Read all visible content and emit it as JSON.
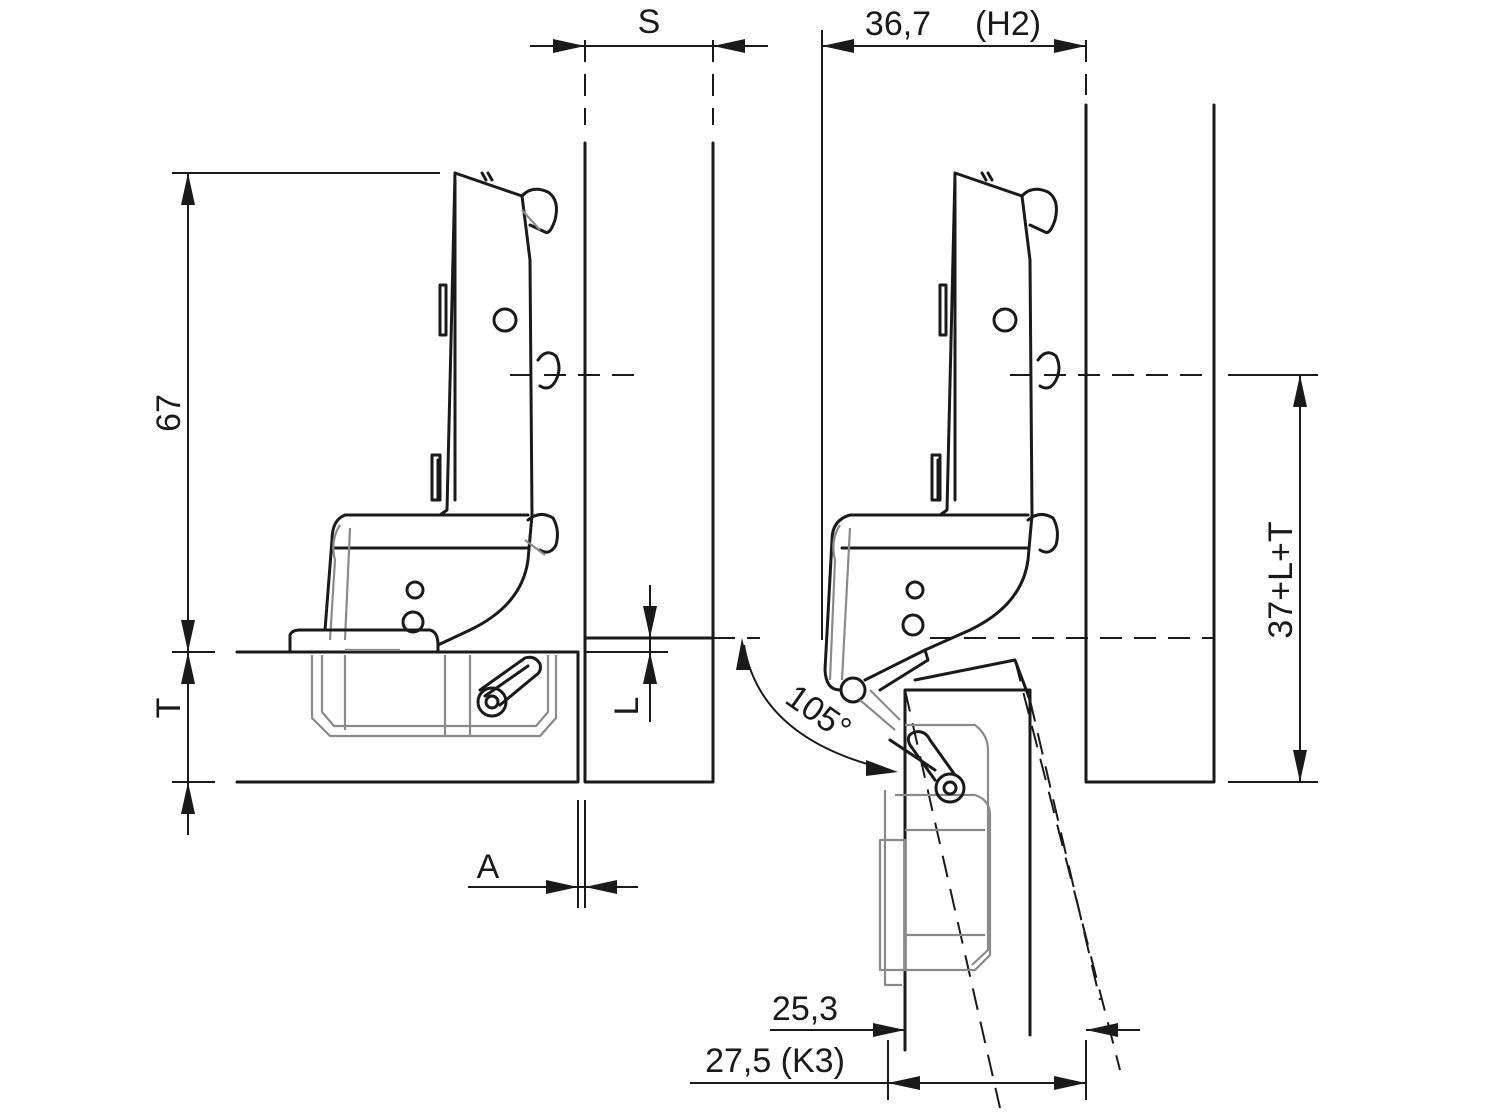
{
  "labels": {
    "dim_67": "67",
    "dim_T": "T",
    "dim_S": "S",
    "dim_L": "L",
    "dim_A": "A",
    "dim_36_7": "36,7",
    "dim_H2": "(H2)",
    "dim_37LT": "37+L+T",
    "angle_105": "105°",
    "dim_25_3": "25,3",
    "dim_27_5_K3": "27,5 (K3)"
  },
  "colors": {
    "line": "#1a1a1a",
    "hidden": "#8a8a8a",
    "background": "#ffffff"
  }
}
